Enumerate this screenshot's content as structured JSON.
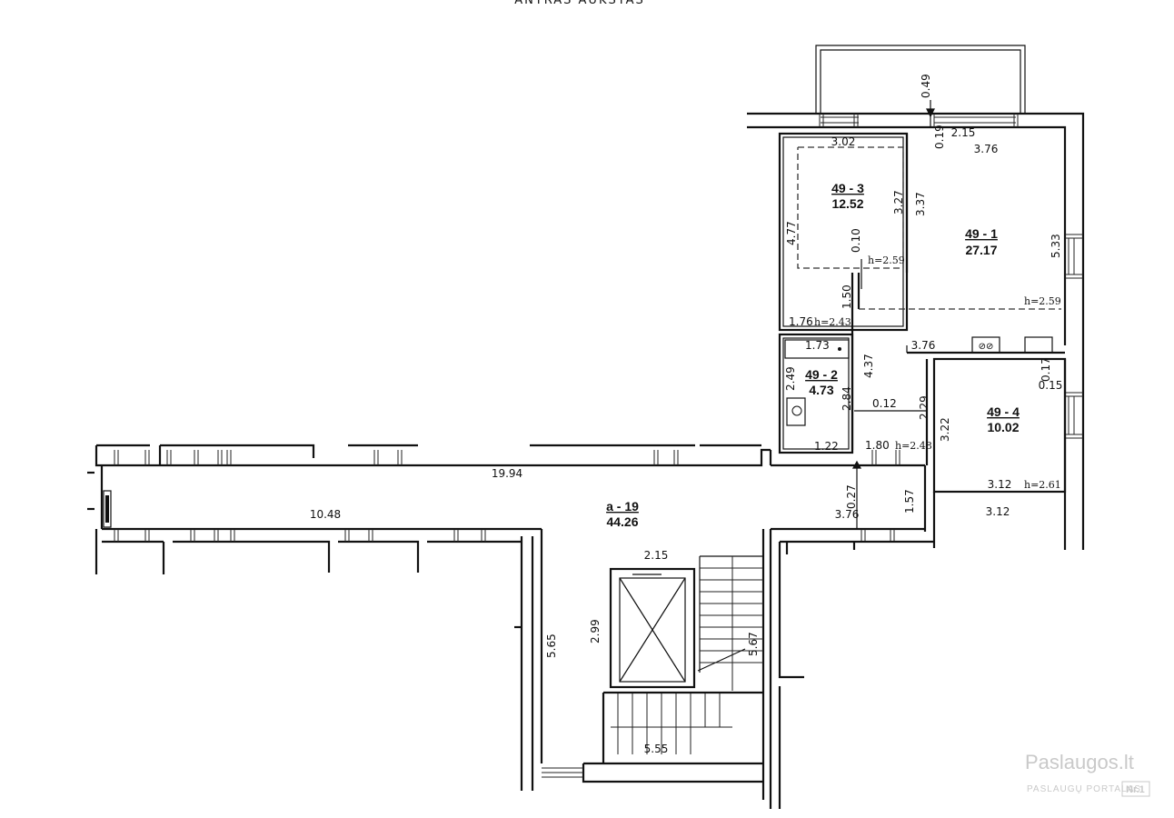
{
  "header_text": "ANTRAS AUKŠTAS",
  "rooms": [
    {
      "id": "49 - 3",
      "area": "12.52"
    },
    {
      "id": "49 - 1",
      "area": "27.17"
    },
    {
      "id": "49 - 2",
      "area": "4.73"
    },
    {
      "id": "49 - 4",
      "area": "10.02"
    },
    {
      "id": "a - 19",
      "area": "44.26"
    }
  ],
  "dimensions": {
    "balcony_depth": "0.49",
    "balcony_sill": "0.19",
    "balcony_window": "2.15",
    "room1_width": "3.76",
    "room3_top": "3.02",
    "room3_inner": "3.27",
    "room1_depth_a": "3.37",
    "room3_left": "4.77",
    "room3_wall": "0.10",
    "room1_right": "5.33",
    "hall_pass": "1.50",
    "room3_bottom": "1.76",
    "bath_tub": "1.73",
    "bath_side": "4.37",
    "kitchen_width": "3.76",
    "room4_offset": "0.17",
    "room4_wall": "0.15",
    "bath_left": "2.49",
    "bath_inner": "2.84",
    "bath_wall": "0.12",
    "room4_left_a": "2.29",
    "room4_left_b": "3.22",
    "bath_bottom": "1.22",
    "hall_door": "1.80",
    "corridor_length": "19.94",
    "corridor_wall": "0.27",
    "corridor_end": "1.57",
    "corridor_left": "10.48",
    "corridor_right": "3.76",
    "room4_bottom": "3.12",
    "room4_outer": "3.12",
    "stair_top": "2.15",
    "stair_height": "5.65",
    "elevator": "2.99",
    "stair_flight": "5.67",
    "stair_bottom": "5.55"
  },
  "heights": {
    "room3": "h=2.59",
    "room1": "h=2.59",
    "room3_corner": "h=2.43",
    "hall": "h=2.48",
    "room4": "h=2.61"
  },
  "watermark": {
    "main": "Paslaugos.lt",
    "sub": "PASLAUGŲ PORTALAS",
    "nr": "Nr.1"
  }
}
